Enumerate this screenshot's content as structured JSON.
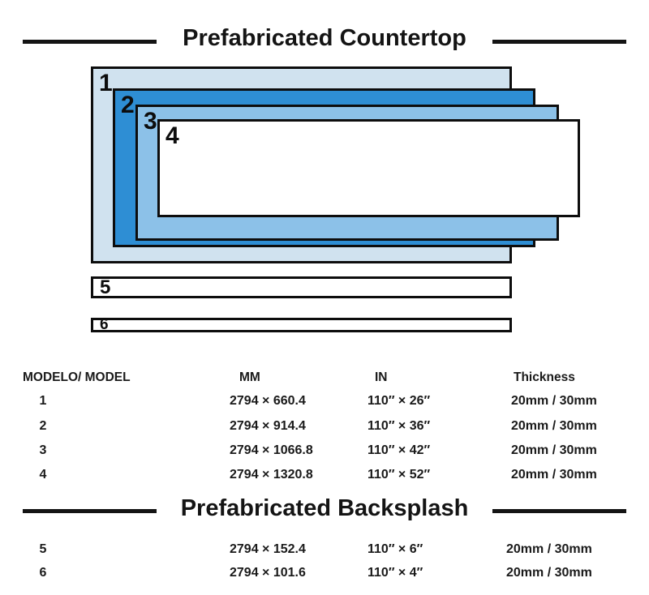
{
  "sections": {
    "countertop_title": "Prefabricated Countertop",
    "backsplash_title": "Prefabricated Backsplash"
  },
  "diagram": {
    "layers": [
      {
        "label": "1"
      },
      {
        "label": "2"
      },
      {
        "label": "3"
      },
      {
        "label": "4"
      }
    ],
    "strips": [
      {
        "label": "5"
      },
      {
        "label": "6"
      }
    ]
  },
  "table": {
    "headers": {
      "model": "MODELO/ MODEL",
      "mm": "MM",
      "in": "IN",
      "thickness": "Thickness"
    },
    "countertop_rows": [
      {
        "model": "1",
        "mm": "2794 × 660.4",
        "in": "110″ × 26″",
        "thickness": "20mm / 30mm"
      },
      {
        "model": "2",
        "mm": "2794 × 914.4",
        "in": "110″ × 36″",
        "thickness": "20mm / 30mm"
      },
      {
        "model": "3",
        "mm": "2794 × 1066.8",
        "in": "110″ × 42″",
        "thickness": "20mm / 30mm"
      },
      {
        "model": "4",
        "mm": "2794 × 1320.8",
        "in": "110″ × 52″",
        "thickness": "20mm / 30mm"
      }
    ],
    "backsplash_rows": [
      {
        "model": "5",
        "mm": "2794 × 152.4",
        "in": "110″ × 6″",
        "thickness": "20mm / 30mm"
      },
      {
        "model": "6",
        "mm": "2794 × 101.6",
        "in": "110″ × 4″",
        "thickness": "20mm / 30mm"
      }
    ]
  },
  "colors": {
    "layer_1": "#d0e2ef",
    "layer_2": "#2e8ed4",
    "layer_3": "#8cc1e8",
    "layer_4": "#ffffff",
    "strip": "#ffffff",
    "outline": "#0d0d0d",
    "text": "#1a1a1a"
  }
}
